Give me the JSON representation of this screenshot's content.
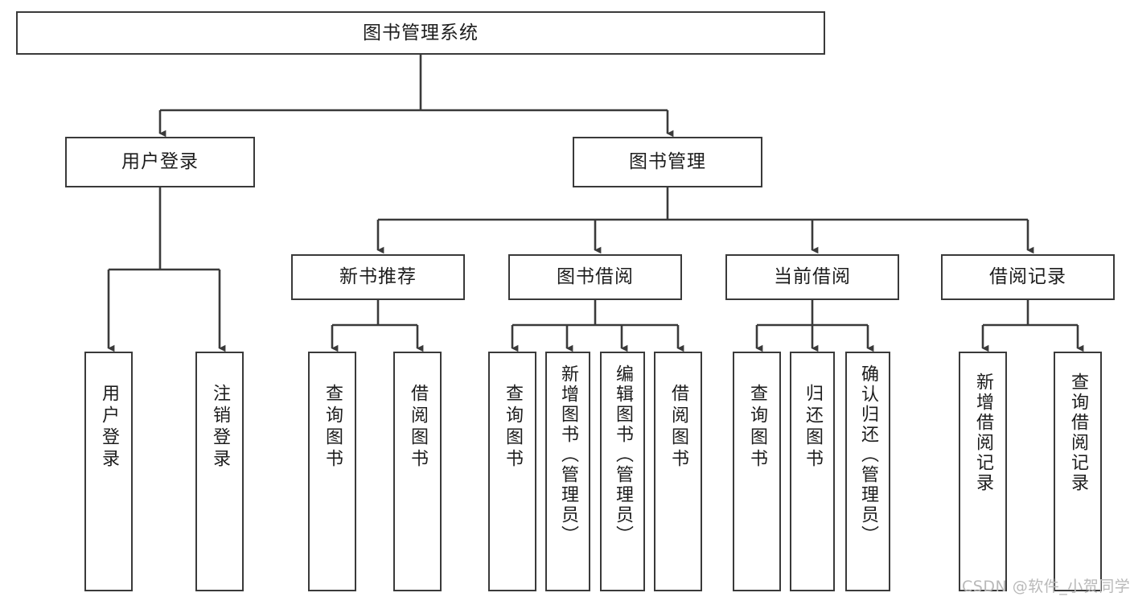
{
  "diagram": {
    "title": "图书管理系统",
    "watermark": "CSDN @软件_小贺同学",
    "edge_color": "#3a3a3a",
    "box_border_color": "#3a3a3a",
    "box_fill_color": "#ffffff",
    "text_color": "#1d1d1d",
    "background_color": "#ffffff"
  },
  "nodes": {
    "root": {
      "label": "图书管理系统"
    },
    "level2": [
      {
        "label": "用户登录"
      },
      {
        "label": "图书管理"
      }
    ],
    "level3": [
      {
        "label": "新书推荐"
      },
      {
        "label": "图书借阅"
      },
      {
        "label": "当前借阅"
      },
      {
        "label": "借阅记录"
      }
    ],
    "leaves": {
      "user_login": [
        {
          "label": "用户登录"
        },
        {
          "label": "注销登录"
        }
      ],
      "new_book_recommend": [
        {
          "label": "查询图书"
        },
        {
          "label": "借阅图书"
        }
      ],
      "book_borrow": [
        {
          "label": "查询图书"
        },
        {
          "label": "新增图书（管理员）"
        },
        {
          "label": "编辑图书（管理员）"
        },
        {
          "label": "借阅图书"
        }
      ],
      "current_borrow": [
        {
          "label": "查询图书"
        },
        {
          "label": "归还图书"
        },
        {
          "label": "确认归还（管理员）"
        }
      ],
      "borrow_record": [
        {
          "label": "新增借阅记录"
        },
        {
          "label": "查询借阅记录"
        }
      ]
    }
  }
}
